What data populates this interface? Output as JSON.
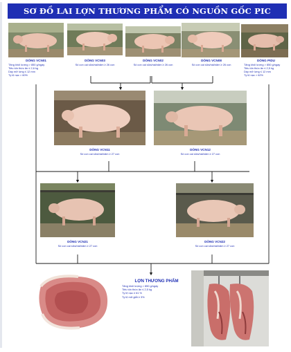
{
  "title": "SƠ ĐỒ LAI LỢN THƯƠNG PHẨM CÓ NGUỒN GỐC PIC",
  "top_row": [
    {
      "name": "DÒNG VCN01",
      "lines": [
        "Tăng khối lượng > 850 g/ngày",
        "Tiêu tốn thức ăn ≤ 2,6 kg",
        "Dày mỡ lưng ≤ 12 mm",
        "Tỷ lệ nạc > 60%"
      ],
      "icon": "boar-photo-icon"
    },
    {
      "name": "DÒNG VCN03",
      "lines": [
        "Số con cai sữa/nái/năm ≥ 26 con"
      ],
      "icon": "sow-photo-icon"
    },
    {
      "name": "DÒNG VCN02",
      "lines": [
        "Số con cai sữa/nái/năm ≥ 26 con"
      ],
      "icon": "sow-photo-icon"
    },
    {
      "name": "DÒNG VCN08",
      "lines": [
        "Số con cai sữa/nái/năm ≥ 26 con"
      ],
      "icon": "sow-photo-icon"
    },
    {
      "name": "DÒNG PIDU",
      "lines": [
        "Tăng khối lượng > 850 g/ngày",
        "Tiêu tốn thức ăn ≤ 2,5 kg",
        "Dày mỡ lưng ≤ 12 mm",
        "Tỷ lệ nạc > 62%"
      ],
      "icon": "boar-photo-icon"
    }
  ],
  "second_row": [
    {
      "name": "DÒNG VCN11",
      "lines": [
        "Số con cai sữa/nái/năm ≥ 27 con"
      ],
      "icon": "sow-photo-icon"
    },
    {
      "name": "DÒNG VCN12",
      "lines": [
        "Số con cai sữa/nái/năm ≥ 27 con"
      ],
      "icon": "sow-photo-icon"
    }
  ],
  "third_row": [
    {
      "name": "DÒNG VCN21",
      "lines": [
        "Số con cai sữa/nái/năm ≥ 27 con"
      ],
      "icon": "sow-photo-icon"
    },
    {
      "name": "DÒNG VCN22",
      "lines": [
        "Số con cai sữa/nái/năm ≥ 27 con"
      ],
      "icon": "sow-photo-icon"
    }
  ],
  "product": {
    "name": "LỢN THƯƠNG PHẨM",
    "lines": [
      "Tăng khối lượng > 850 g/ngày",
      "Tiêu tốn thức ăn ≤ 2,5 kg",
      "Tỷ lệ nạc ≥ 61 %",
      "Tỷ lệ mỡ giắt ≥ 3%"
    ],
    "left_icon": "pork-meat-icon",
    "right_icon": "pork-carcass-icon"
  },
  "colors": {
    "banner": "#1f2fb4",
    "label_text": "#1f2fb4",
    "connector": "#1a1a1a",
    "pig": "#e9c2b0"
  }
}
